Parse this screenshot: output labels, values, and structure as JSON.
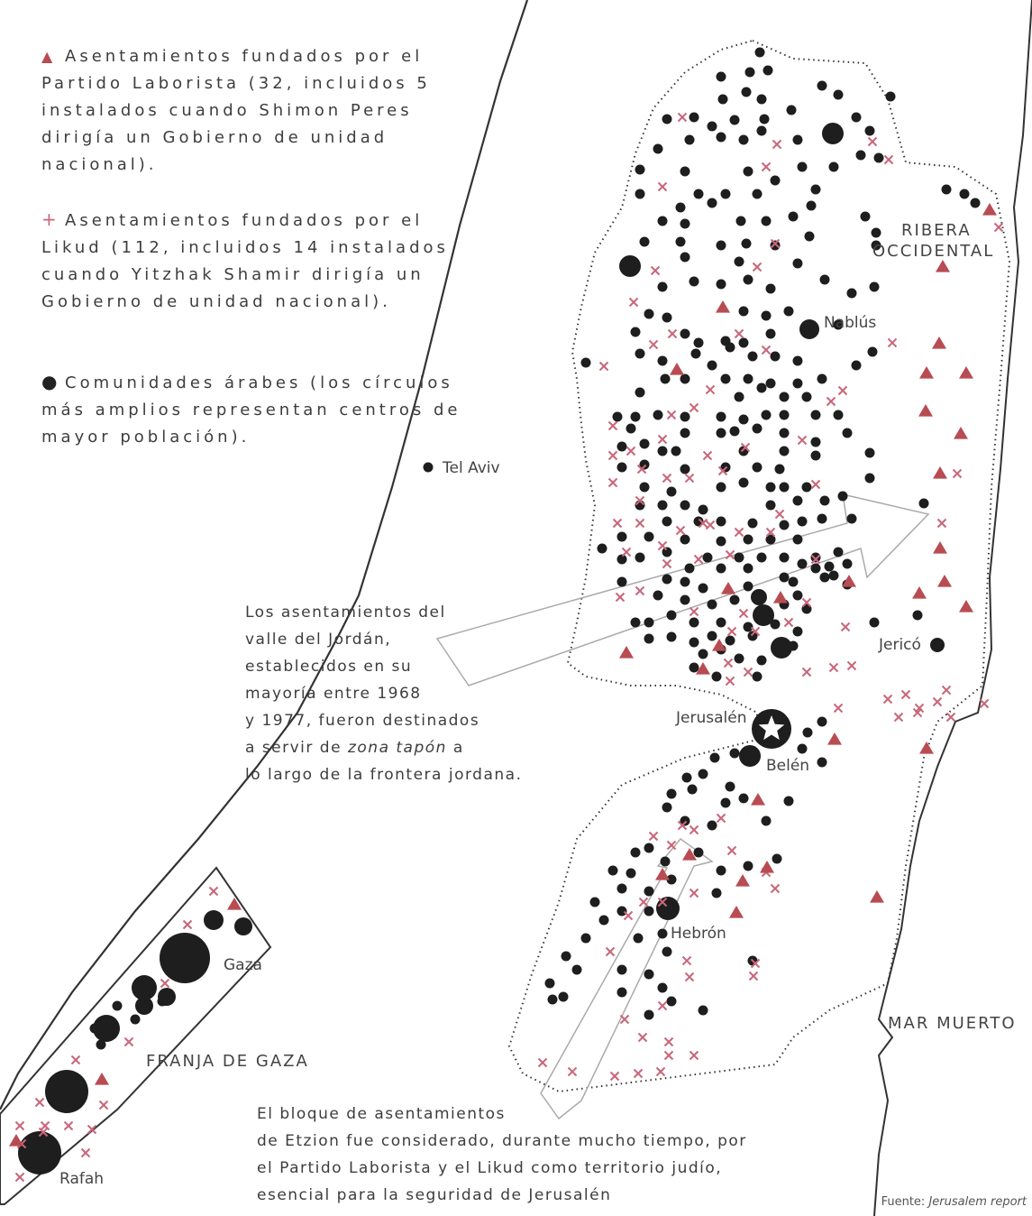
{
  "legend": {
    "labor": {
      "icon": "triangle-icon",
      "color": "#b84c52",
      "text": "Asentamientos fundados por el Partido Laborista (32, incluidos 5 instalados cuando Shimon Peres dirigía un Gobierno de unidad nacional)."
    },
    "likud": {
      "icon": "cross-icon",
      "color": "#c9677a",
      "text": "Asentamientos fundados por el Likud (112, incluidos 14 instalados cuando Yitzhak Shamir dirigía un Gobierno de unidad nacional)."
    },
    "arab": {
      "icon": "dot-icon",
      "color": "#222222",
      "text": "Comunidades árabes (los círculos más amplios representan centros de mayor población)."
    }
  },
  "labels": {
    "ribera_1": "RIBERA",
    "ribera_2": "OCCIDENTAL",
    "nablus": "Nablús",
    "tel_aviv": "Tel Aviv",
    "jerico": "Jericó",
    "jerusalen": "Jerusalén",
    "belen": "Belén",
    "hebron": "Hebrón",
    "gaza": "Gaza",
    "franja": "FRANJA DE GAZA",
    "rafah": "Rafah",
    "mar_muerto": "MAR MUERTO"
  },
  "annotations": {
    "jordan_1": "Los asentamientos del",
    "jordan_2": "valle del Jordán,",
    "jordan_3": "establecidos en su",
    "jordan_4": "mayoría entre 1968",
    "jordan_5": "y 1977, fueron destinados",
    "jordan_6a": "a servir de ",
    "jordan_6b": "zona tapón",
    "jordan_6c": " a",
    "jordan_7": "lo largo de la frontera jordana.",
    "etzion_1": "El bloque de asentamientos",
    "etzion_2": "de Etzion fue considerado, durante mucho tiempo, por",
    "etzion_3": "el Partido Laborista y el Likud como territorio judío,",
    "etzion_4": "esencial para la seguridad de Jerusalén"
  },
  "source": {
    "prefix": "Fuente: ",
    "name": "Jerusalem report"
  },
  "colors": {
    "triangle": "#b84c52",
    "cross": "#c9677a",
    "dot": "#1e1e1e",
    "line": "#333333",
    "arrow": "#aaaaaa"
  }
}
